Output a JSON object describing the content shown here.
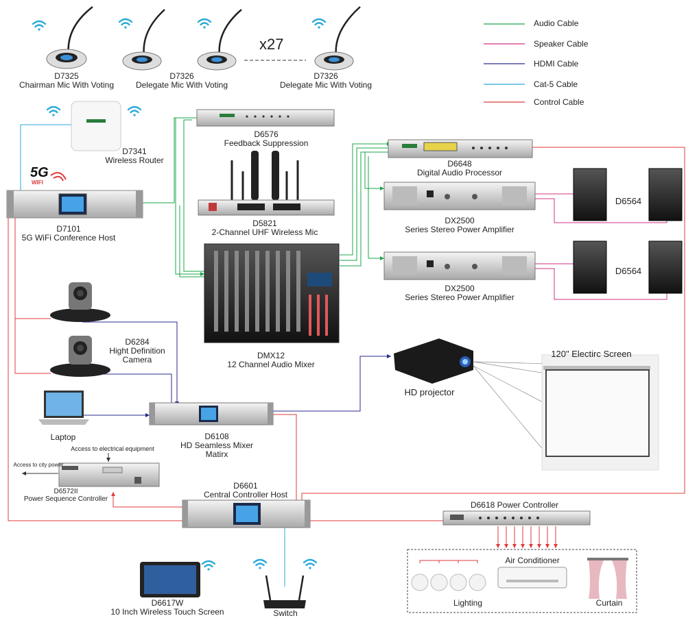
{
  "legend": [
    {
      "label": "Audio Cable",
      "color": "#1aa54a"
    },
    {
      "label": "Speaker Cable",
      "color": "#d0308a"
    },
    {
      "label": "HDMI Cable",
      "color": "#2a2a8c"
    },
    {
      "label": "Cat-5 Cable",
      "color": "#27a9d8"
    },
    {
      "label": "Control  Cable",
      "color": "#e03a3a"
    }
  ],
  "mics": {
    "chairman": {
      "model": "D7325",
      "desc": "Chairman Mic With Voting"
    },
    "delegate1": {
      "model": "D7326",
      "desc": "Delegate Mic With Voting"
    },
    "delegate2": {
      "model": "D7326",
      "desc": "Delegate Mic With Voting"
    },
    "count": "x27"
  },
  "router": {
    "model": "D7341",
    "desc": "Wireless Router"
  },
  "badge_5g": {
    "big": "5G",
    "small": "WIFI"
  },
  "host": {
    "model": "D7101",
    "desc": "5G WiFi Conference Host"
  },
  "feedback": {
    "model": "D6576",
    "desc": "Feedback Suppression"
  },
  "wireless_mic": {
    "model": "D5821",
    "desc": "2-Channel UHF Wireless Mic"
  },
  "mixer": {
    "model": "DMX12",
    "desc": "12 Channel Audio Mixer"
  },
  "dsp": {
    "model": "D6648",
    "desc": "Digital Audio Processor"
  },
  "amp1": {
    "model": "DX2500",
    "desc": "Series Stereo Power Amplifier"
  },
  "amp2": {
    "model": "DX2500",
    "desc": "Series Stereo Power Amplifier"
  },
  "speakers1": {
    "model": "D6564"
  },
  "speakers2": {
    "model": "D6564"
  },
  "camera": {
    "model": "D6284",
    "desc1": "Hight Definition",
    "desc2": "Camera"
  },
  "laptop": {
    "label": "Laptop"
  },
  "matrix": {
    "model": "D6108",
    "desc1": "HD Seamless Mixer",
    "desc2": "Matirx"
  },
  "projector": {
    "label": "HD projector"
  },
  "screen": {
    "label": "120\" Electirc Screen"
  },
  "power_seq": {
    "model": "D6572II",
    "desc": "Power Sequence Controller",
    "note_top": "Access to electrical equipment",
    "note_left": "Access to city power"
  },
  "central": {
    "model": "D6601",
    "desc": "Central Controller Host"
  },
  "power_ctrl": {
    "label": "D6618 Power Controller"
  },
  "tablet": {
    "model": "D6617W",
    "desc": "10 Inch Wireless Touch Screen"
  },
  "switch": {
    "label": "Switch"
  },
  "loads": {
    "aircon": "Air Conditioner",
    "lighting": "Lighting",
    "curtain": "Curtain"
  }
}
